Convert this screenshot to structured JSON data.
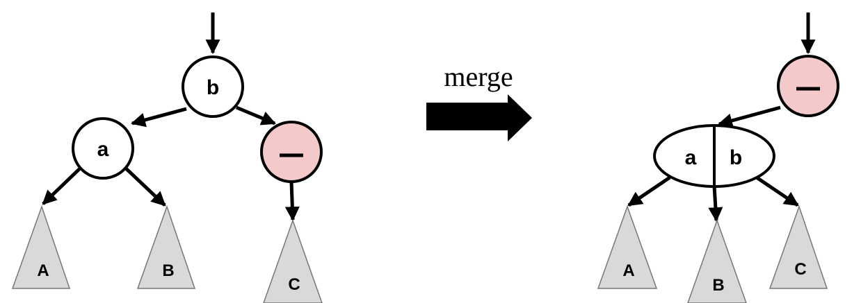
{
  "labels": {
    "merge": "merge",
    "node_b": "b",
    "node_a": "a",
    "empty_node": "—",
    "merged_a": "a",
    "merged_b": "b",
    "subtree_A": "A",
    "subtree_B": "B",
    "subtree_C": "C"
  },
  "colors": {
    "node_fill": "#ffffff",
    "empty_node_fill": "#f3c9c9",
    "subtree_fill": "#d9d9d9",
    "subtree_stroke": "#777777",
    "stroke": "#000000"
  }
}
